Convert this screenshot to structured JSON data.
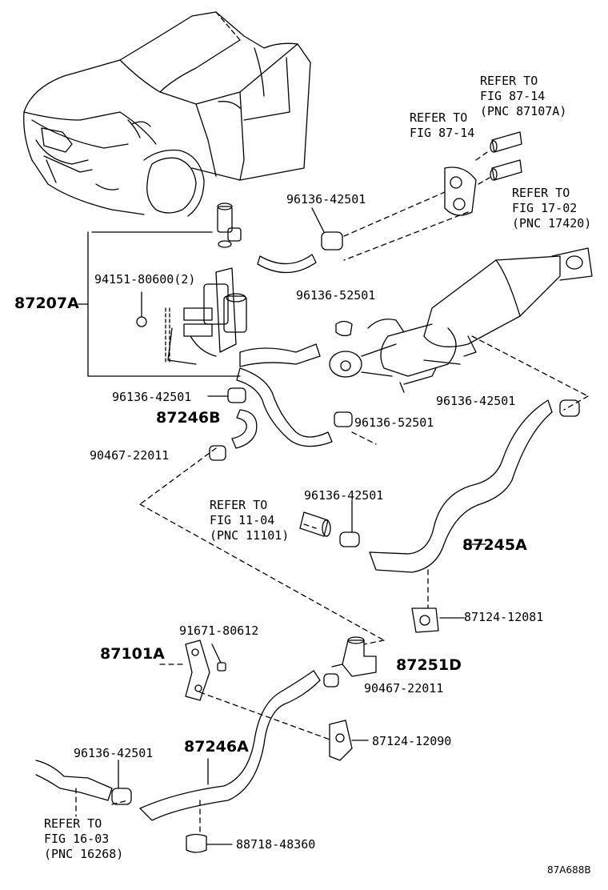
{
  "labels": {
    "ref_87107a": [
      "REFER TO",
      "FIG 87-14",
      "(PNC 87107A)"
    ],
    "ref_87_14": [
      "REFER TO",
      "FIG 87-14"
    ],
    "ref_17420": [
      "REFER TO",
      "FIG 17-02",
      "(PNC 17420)"
    ],
    "ref_11101": [
      "REFER TO",
      "FIG 11-04",
      "(PNC 11101)"
    ],
    "ref_16268": [
      "REFER TO",
      "FIG 16-03",
      "(PNC 16268)"
    ],
    "p_96136_42501_a": "96136-42501",
    "p_94151": "94151-80600(2)",
    "p_87207a": "87207A",
    "p_96136_52501_a": "96136-52501",
    "p_96136_42501_b": "96136-42501",
    "p_87246b": "87246B",
    "p_90467_22011_a": "90467-22011",
    "p_96136_42501_c": "96136-42501",
    "p_96136_52501_b": "96136-52501",
    "p_96136_42501_d": "96136-42501",
    "p_87245a": "87245A",
    "p_87124_12081": "87124-12081",
    "p_91671": "91671-80612",
    "p_87101a": "87101A",
    "p_87251d": "87251D",
    "p_90467_22011_b": "90467-22011",
    "p_87124_12090": "87124-12090",
    "p_96136_42501_e": "96136-42501",
    "p_87246a": "87246A",
    "p_88718": "88718-48360",
    "diagram_code": "87A688B"
  }
}
